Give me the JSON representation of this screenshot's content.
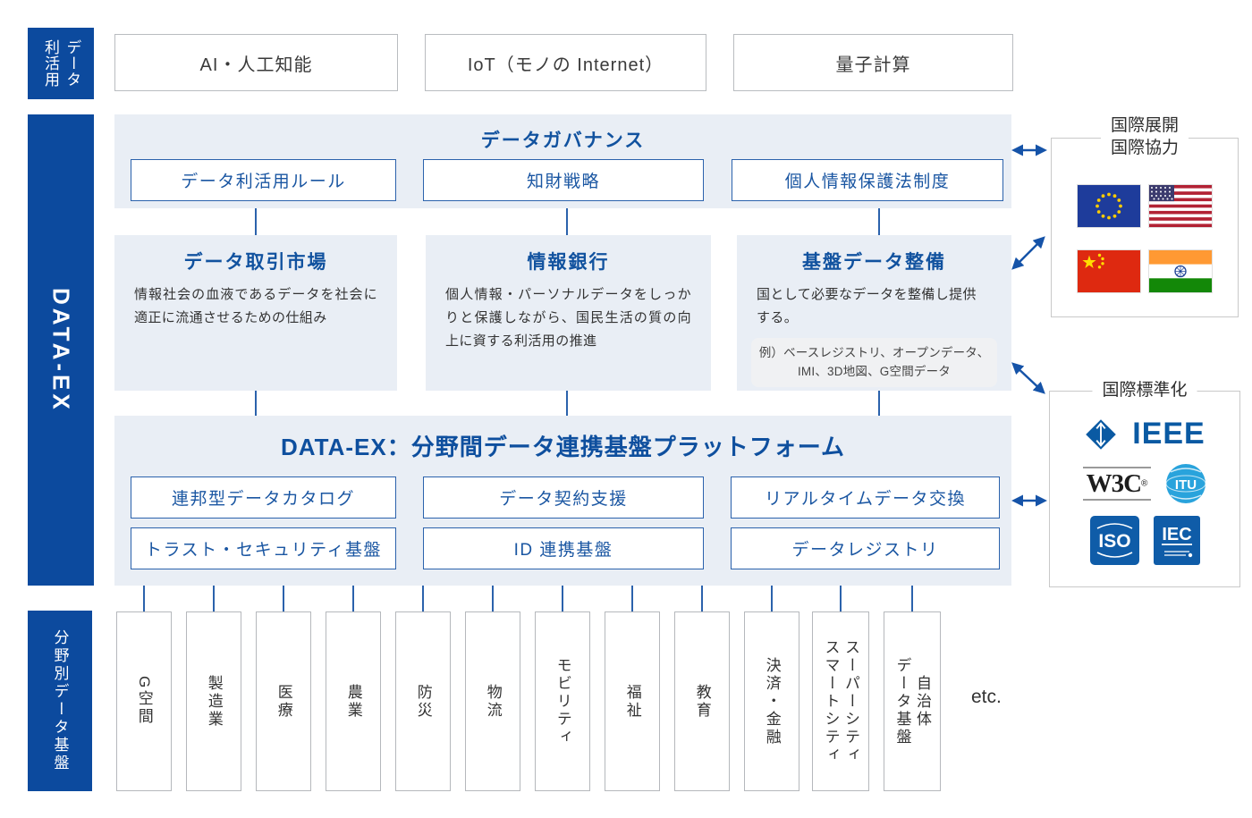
{
  "palette": {
    "primary_blue": "#0c4a9e",
    "band_bg": "#e9eef5",
    "box_border_blue": "#2b62ac",
    "box_text_blue": "#1a56a2",
    "heading_blue": "#11529f",
    "arrow_blue": "#1553a8",
    "text_dark": "#333333",
    "note_bg": "#f0f1f3",
    "gray_border": "#b5b8bc",
    "logo_blue": "#0a5aa3",
    "itu_blue": "#29a3dc"
  },
  "rail": {
    "top": {
      "cols": [
        "データ",
        "利活用"
      ]
    },
    "main": "DATA-EX",
    "bottom": "分野別データ基盤"
  },
  "top_row": {
    "items": [
      "AI・人工知能",
      "IoT（モノの Internet）",
      "量子計算"
    ]
  },
  "governance": {
    "title": "データガバナンス",
    "items": [
      "データ利活用ルール",
      "知財戦略",
      "個人情報保護法制度"
    ]
  },
  "middle": {
    "items": [
      {
        "title": "データ取引市場",
        "desc": "情報社会の血液であるデータを社会に適正に流通させるための仕組み"
      },
      {
        "title": "情報銀行",
        "desc": "個人情報・パーソナルデータをしっかりと保護しながら、国民生活の質の向上に資する利活用の推進"
      },
      {
        "title": "基盤データ整備",
        "desc": "国として必要なデータを整備し提供する。",
        "note": [
          "例）ベースレジストリ、オープンデータ、",
          "IMI、3D地図、G空間データ"
        ]
      }
    ]
  },
  "platform": {
    "title": "DATA-EX：分野間データ連携基盤プラットフォーム",
    "row1": [
      "連邦型データカタログ",
      "データ契約支援",
      "リアルタイムデータ交換"
    ],
    "row2": [
      "トラスト・セキュリティ基盤",
      "ID 連携基盤",
      "データレジストリ"
    ]
  },
  "international": {
    "heading": "国際展開\n国際協力",
    "flags": [
      "eu-flag",
      "usa-flag",
      "china-flag",
      "india-flag"
    ]
  },
  "standards": {
    "heading": "国際標準化",
    "ieee": "IEEE",
    "w3c": "W3C",
    "w3c_reg": "®",
    "itu": "ITU",
    "iso": "ISO",
    "iec": "IEC"
  },
  "sectors": {
    "items": [
      {
        "cols": [
          "G空間"
        ]
      },
      {
        "cols": [
          "製造業"
        ]
      },
      {
        "cols": [
          "医療"
        ]
      },
      {
        "cols": [
          "農業"
        ]
      },
      {
        "cols": [
          "防災"
        ]
      },
      {
        "cols": [
          "物流"
        ]
      },
      {
        "cols": [
          "モビリティ"
        ]
      },
      {
        "cols": [
          "福祉"
        ]
      },
      {
        "cols": [
          "教育"
        ]
      },
      {
        "cols": [
          "決済・金融"
        ]
      },
      {
        "cols": [
          "スーパーシティ",
          "スマートシティ"
        ]
      },
      {
        "cols": [
          "自治体",
          "データ基盤"
        ]
      }
    ],
    "etc": "etc."
  }
}
